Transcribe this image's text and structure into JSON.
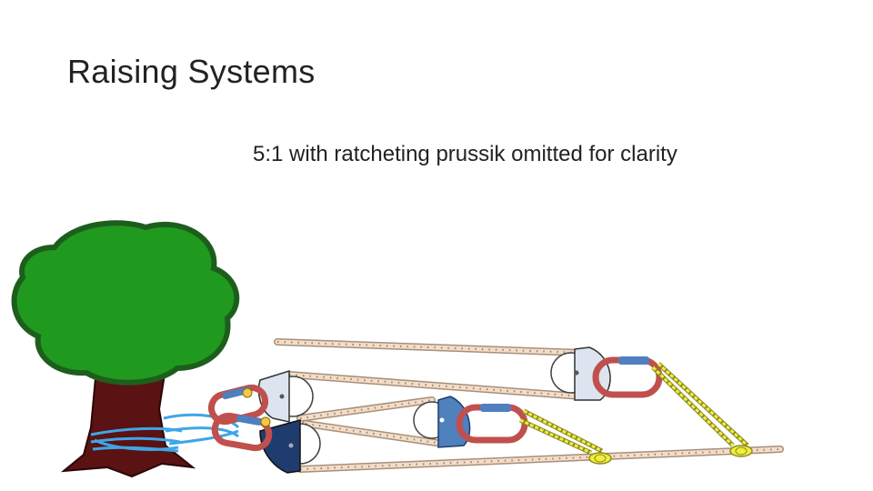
{
  "slide": {
    "title": "Raising Systems",
    "subtitle": "5:1 with ratcheting prussik omitted for clarity"
  },
  "diagram": {
    "anchor": "tree",
    "pulley_count": 4,
    "carabiner_count": 4,
    "colors": {
      "rope": "#f3ddc9",
      "rope_outline": "#a88f78",
      "rope_dots": "#9a8270",
      "tree_canopy": "#1f9a1f",
      "tree_outline": "#1d5e1d",
      "tree_trunk": "#5a1212",
      "sling": "#3ea6e6",
      "carabiner": "#c0504d",
      "carabiner_gate": "#4f7fbf",
      "pulley_light": "#dce4ef",
      "pulley_blue": "#4f81bd",
      "pulley_dark": "#1f3c6e",
      "prussik": "#f2ee3a",
      "prussik_outline": "#8a8a2a"
    }
  }
}
